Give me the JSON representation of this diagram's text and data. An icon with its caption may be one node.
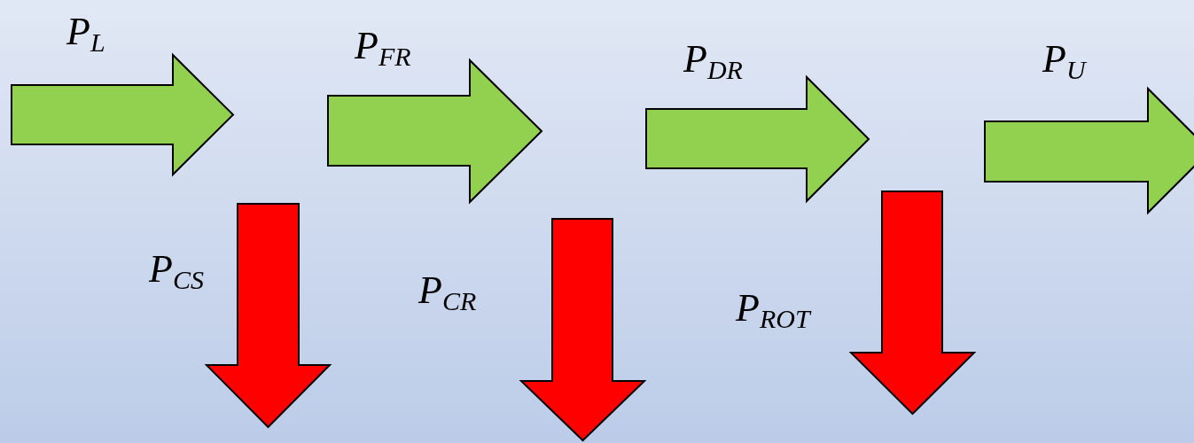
{
  "diagram": {
    "labels": [
      "P$_{L}$",
      "P$_{FR}$",
      "P$_{DR}$",
      "P$_{U}$",
      "P$_{CS}$",
      "P$_{CR}$",
      "P$_{ROT}$"
    ]
  }
}
